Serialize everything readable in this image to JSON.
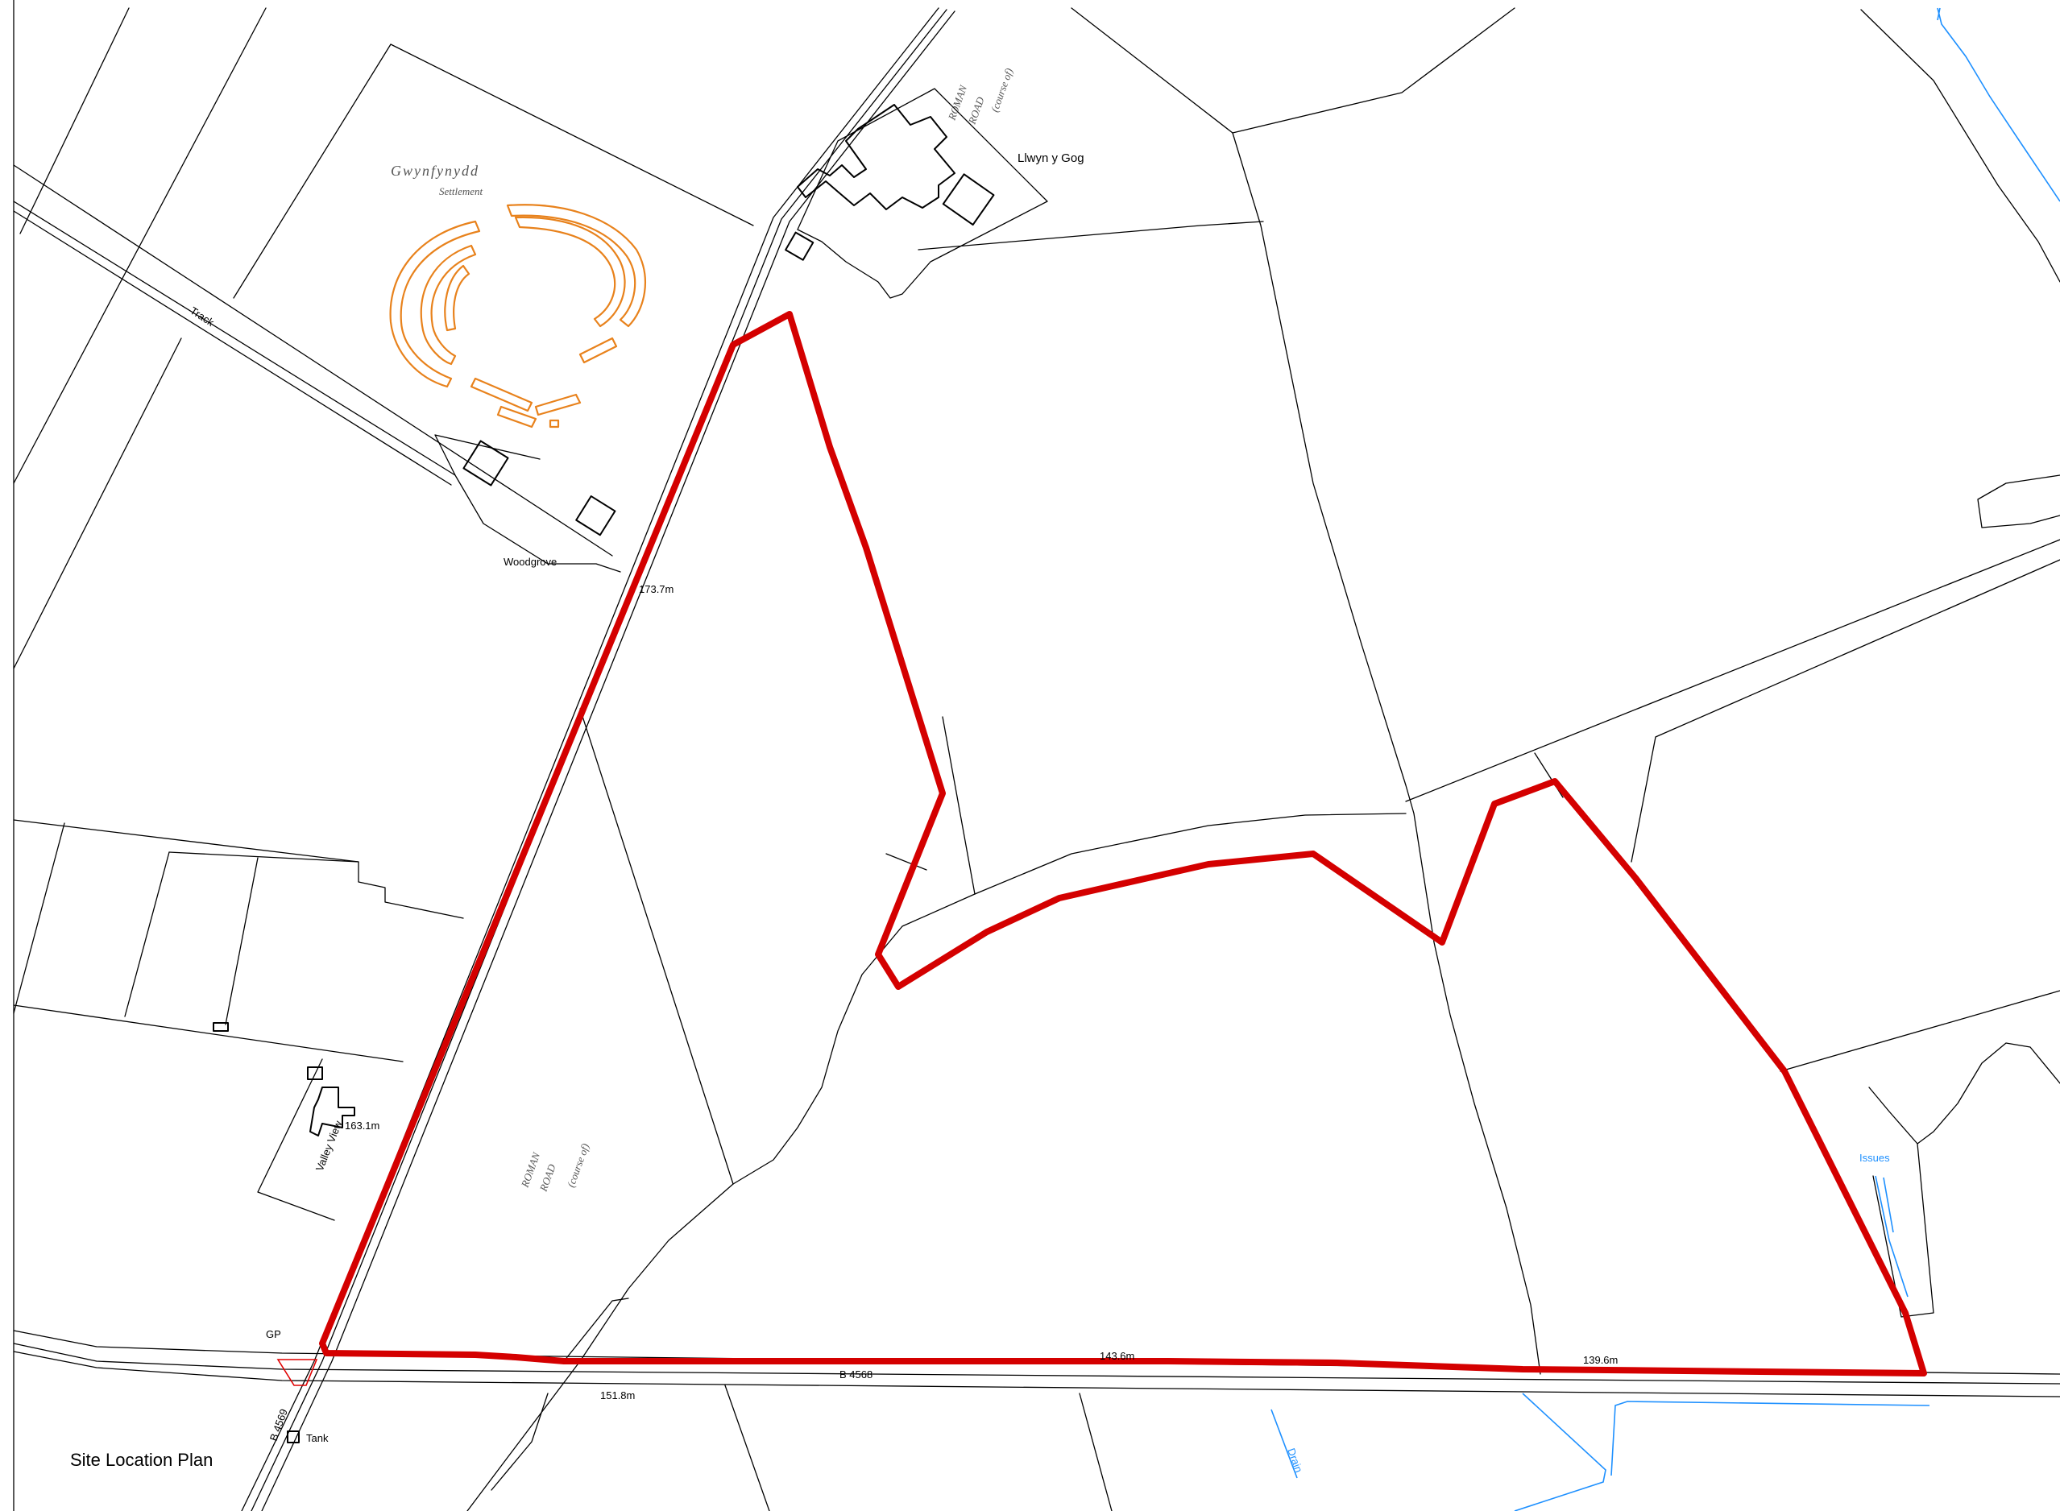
{
  "map": {
    "title": "Site Location Plan",
    "boundary_color": "#d40000",
    "watercourse_color": "#1e90ff",
    "earthwork_color": "#e8821c"
  },
  "labels": {
    "settlement_name": "Gwynfynydd",
    "settlement_type": "Settlement",
    "llwyn_y_gog": "Llwyn y Gog",
    "woodgrove": "Woodgrove",
    "valley_view": "Valley View",
    "track": "Track",
    "gp": "GP",
    "tank": "Tank",
    "issues": "Issues",
    "drain": "Drain",
    "roman_road_a": "ROMAN",
    "roman_road_b": "ROAD",
    "roman_road_c": "(course of)",
    "road_b4568": "B 4568",
    "road_b4569": "B 4569"
  },
  "spot_heights": {
    "h1": "173.7m",
    "h2": "163.1m",
    "h3": "151.8m",
    "h4": "143.6m",
    "h5": "139.6m"
  }
}
